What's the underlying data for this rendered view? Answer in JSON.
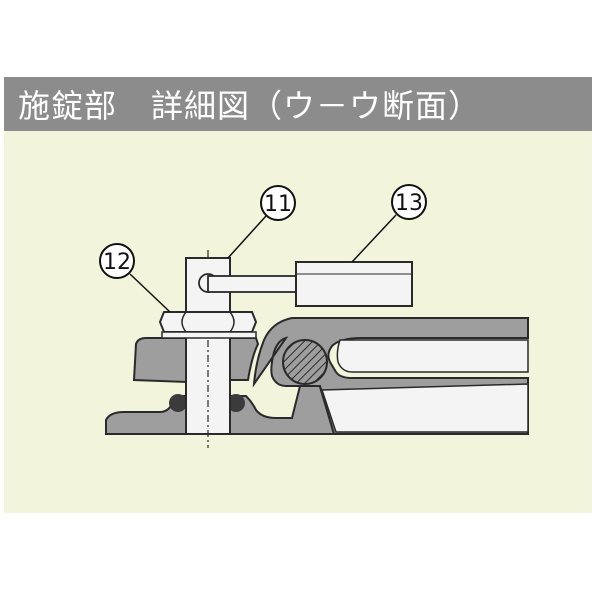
{
  "header": {
    "title_main": "施錠部",
    "title_detail": "詳細図（ウ－ウ断面）"
  },
  "callouts": [
    {
      "id": "11",
      "label": "11"
    },
    {
      "id": "12",
      "label": "12"
    },
    {
      "id": "13",
      "label": "13"
    }
  ],
  "colors": {
    "title_bg": "#8c8c8c",
    "panel_bg": "#f2f4dc",
    "part_gray": "#9e9e9e",
    "part_light": "#f4f4f4",
    "outline": "#2a2a2a"
  }
}
